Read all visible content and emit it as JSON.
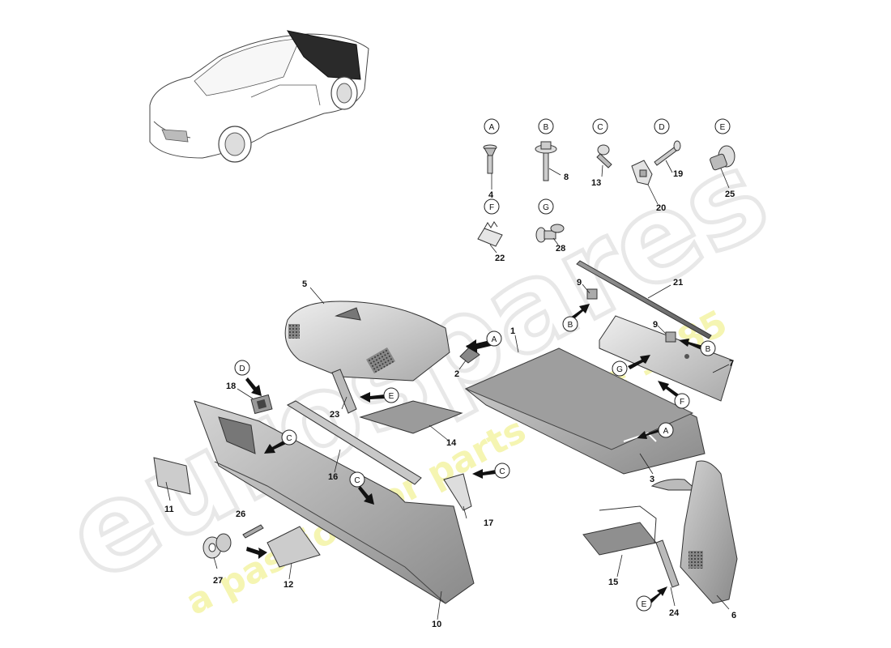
{
  "watermark": {
    "brand": "eurospares",
    "tagline": "a passion for parts since 1985"
  },
  "fastener_letters": [
    "A",
    "B",
    "C",
    "D",
    "E",
    "F",
    "G"
  ],
  "callouts": {
    "p1": "1",
    "p2": "2",
    "p3": "3",
    "p4": "4",
    "p5": "5",
    "p6": "6",
    "p7": "7",
    "p8": "8",
    "p9a": "9",
    "p9b": "9",
    "p10": "10",
    "p11": "11",
    "p12": "12",
    "p13": "13",
    "p14": "14",
    "p15": "15",
    "p16": "16",
    "p17": "17",
    "p18": "18",
    "p19": "19",
    "p20": "20",
    "p21": "21",
    "p22": "22",
    "p23": "23",
    "p24": "24",
    "p25": "25",
    "p26": "26",
    "p27": "27",
    "p28": "28"
  },
  "arrow_labels": {
    "a1": "A",
    "a2": "A",
    "b1": "B",
    "b2": "B",
    "c1": "C",
    "c2": "C",
    "c3": "C",
    "d1": "D",
    "e1": "E",
    "e2": "E",
    "f1": "F",
    "g1": "G"
  }
}
